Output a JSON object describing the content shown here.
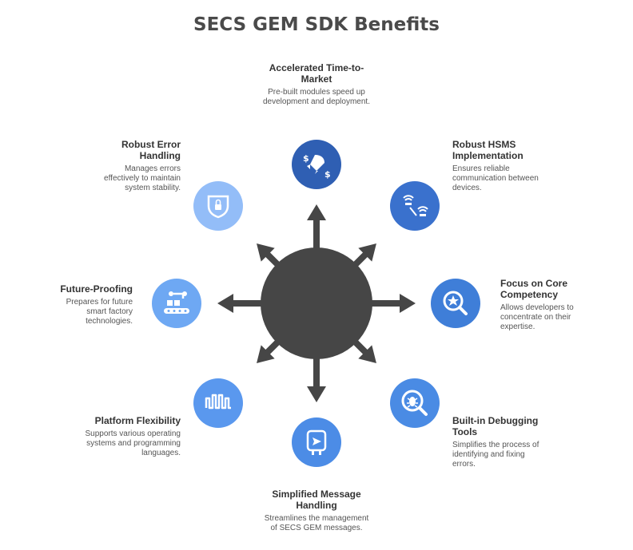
{
  "title": "SECS GEM SDK Benefits",
  "colors": {
    "hub": "#464646",
    "arrow": "#464646",
    "icon_fg": "#ffffff"
  },
  "benefits": [
    {
      "icon": "rocket-dollar-icon",
      "color": "#2f5fb3",
      "heading": "Accelerated Time-to-Market",
      "description": "Pre-built modules speed up development and deployment."
    },
    {
      "icon": "network-devices-icon",
      "color": "#3a71cd",
      "heading": "Robust HSMS Implementation",
      "description": "Ensures reliable communication between devices."
    },
    {
      "icon": "search-star-icon",
      "color": "#3f7ed8",
      "heading": "Focus on Core Competency",
      "description": "Allows developers to concentrate on their expertise."
    },
    {
      "icon": "bug-search-icon",
      "color": "#4a8be4",
      "heading": "Built-in Debugging Tools",
      "description": "Simplifies the process of identifying and fixing errors."
    },
    {
      "icon": "mailbox-icon",
      "color": "#4c8ce6",
      "heading": "Simplified Message Handling",
      "description": "Streamlines the management of SECS GEM messages."
    },
    {
      "icon": "waveform-icon",
      "color": "#5a98ee",
      "heading": "Platform Flexibility",
      "description": "Supports various operating systems and programming languages."
    },
    {
      "icon": "robot-arm-icon",
      "color": "#6ea8f3",
      "heading": "Future-Proofing",
      "description": "Prepares for future smart factory technologies."
    },
    {
      "icon": "shield-lock-icon",
      "color": "#93bdf8",
      "heading": "Robust Error Handling",
      "description": "Manages errors effectively to maintain system stability."
    }
  ]
}
